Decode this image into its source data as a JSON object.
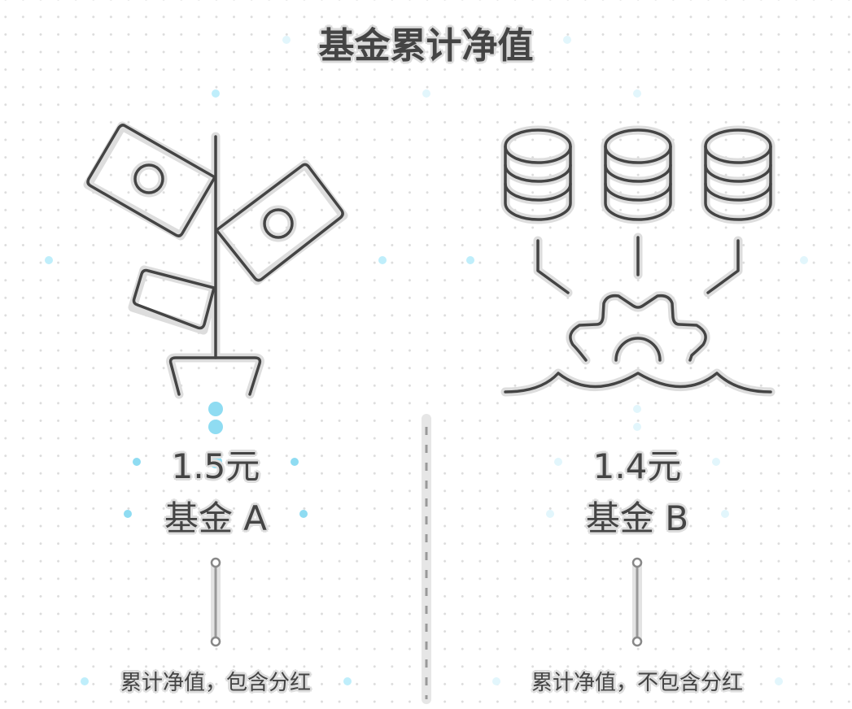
{
  "title": "基金累计净值",
  "colors": {
    "ink": "#444444",
    "halo": "#dddddd",
    "grid_dot": "#dcdcdc",
    "accent_dot": "#8fdcf2",
    "connector": "#999999",
    "divider": "#999999"
  },
  "funds": [
    {
      "value": "1.5元",
      "name": "基金 A",
      "description": "累计净值，包含分红",
      "icon": "money-tree-icon"
    },
    {
      "value": "1.4元",
      "name": "基金 B",
      "description": "累计净值，不包含分红",
      "icon": "database-merge-gear-icon"
    }
  ]
}
